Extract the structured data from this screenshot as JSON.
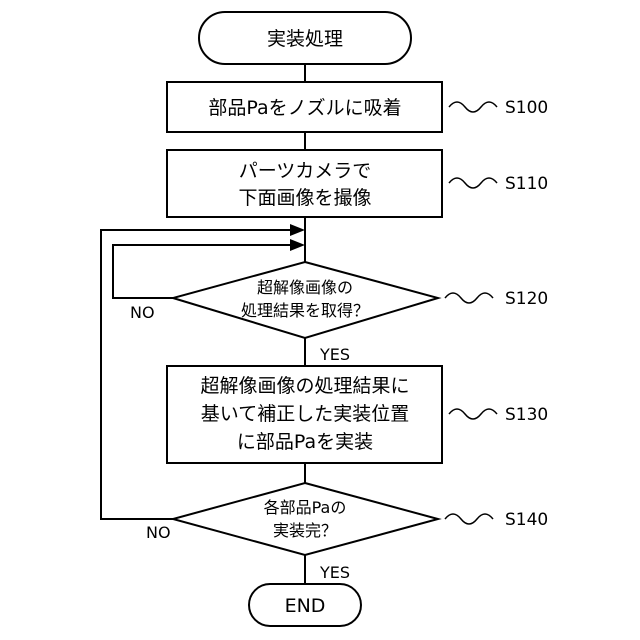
{
  "start": {
    "label": "実装処理"
  },
  "steps": [
    {
      "id": "S100",
      "lines": [
        "部品Paをノズルに吸着"
      ]
    },
    {
      "id": "S110",
      "lines": [
        "パーツカメラで",
        "下面画像を撮像"
      ]
    },
    {
      "id": "S120",
      "lines": [
        "超解像画像の",
        "処理結果を取得？"
      ]
    },
    {
      "id": "S130",
      "lines": [
        "超解像画像の処理結果に",
        "基いて補正した実装位置",
        "に部品Paを実装"
      ]
    },
    {
      "id": "S140",
      "lines": [
        "各部品Paの",
        "実装完？"
      ]
    }
  ],
  "branches": {
    "s120_yes": "YES",
    "s120_no": "NO",
    "s140_yes": "YES",
    "s140_no": "NO"
  },
  "end": {
    "label": "END"
  }
}
